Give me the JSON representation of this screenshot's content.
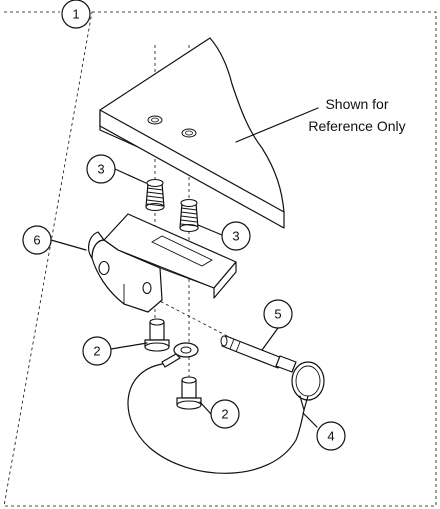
{
  "figure": {
    "frame_label": "1",
    "note": [
      "Shown for",
      "Reference Only"
    ]
  },
  "callouts": [
    {
      "id": "callout-3-left",
      "label": "3"
    },
    {
      "id": "callout-3-right",
      "label": "3"
    },
    {
      "id": "callout-6",
      "label": "6"
    },
    {
      "id": "callout-5",
      "label": "5"
    },
    {
      "id": "callout-2-top",
      "label": "2"
    },
    {
      "id": "callout-2-bottom",
      "label": "2"
    },
    {
      "id": "callout-4",
      "label": "4"
    }
  ],
  "colors": {
    "line": "#111111",
    "background": "#ffffff"
  }
}
